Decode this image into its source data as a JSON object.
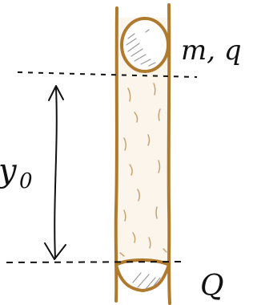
{
  "labels": {
    "mass_charge": "m, q",
    "height": "y",
    "height_subscript": "0",
    "bottom_charge": "Q"
  },
  "colors": {
    "tube_wall": "#b07a2e",
    "tube_fill": "#fbf5ec",
    "hatch": "#c9a272",
    "ink": "#111111",
    "ball_shading": "#9a9a9a"
  }
}
